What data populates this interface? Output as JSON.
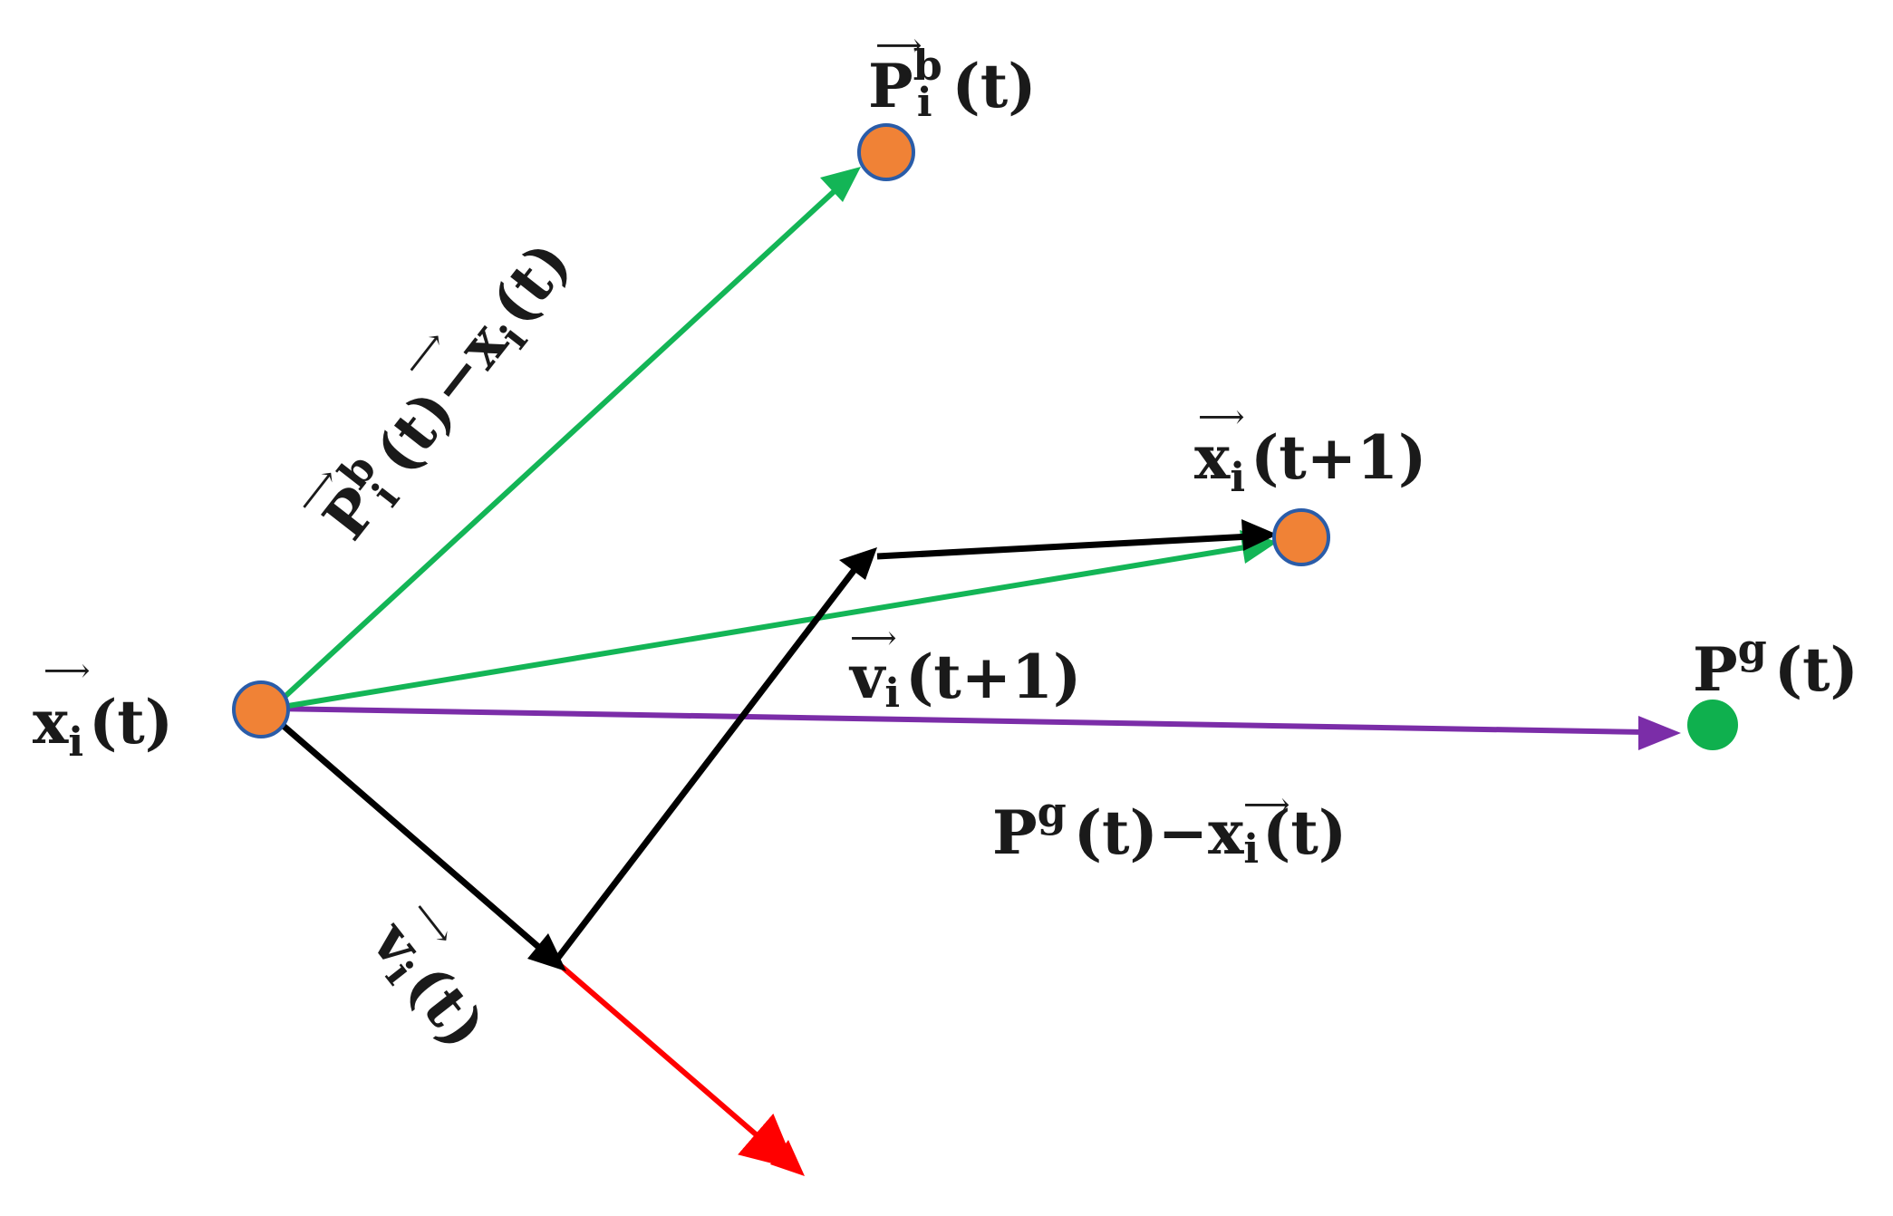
{
  "diagram": {
    "colors": {
      "green_arrow": "#13B556",
      "purple_arrow": "#7B2DA8",
      "red_arrow": "#FF0000",
      "black_arrow": "#000000",
      "orange_point": "#F08236",
      "point_border": "#2A5CA8",
      "green_point": "#0FB04E"
    },
    "labels": {
      "xi_t": {
        "base": "x",
        "sub": "i",
        "rest": "(t)"
      },
      "pb": {
        "base": "P",
        "sup": "b",
        "sub": "i",
        "rest": "(t)"
      },
      "pb_minus_xi": {
        "p": "P",
        "p_sup": "b",
        "p_sub": "i",
        "mid": "(t)−",
        "x": "x",
        "x_sub": "i",
        "end": "(t)"
      },
      "xi_t1": {
        "base": "x",
        "sub": "i",
        "rest": "(t+1)"
      },
      "vi_t1": {
        "base": "v",
        "sub": "i",
        "rest": "(t+1)"
      },
      "pg": {
        "base": "P",
        "sup": "g",
        "rest": "(t)"
      },
      "pg_minus_xi": {
        "p": "P",
        "p_sup": "g",
        "mid": "(t)−",
        "x": "x",
        "x_sub": "i",
        "end": "(t)"
      },
      "vi_t": {
        "base": "v",
        "sub": "i",
        "rest": "(t)"
      },
      "arrow_glyph": "⟶"
    }
  }
}
